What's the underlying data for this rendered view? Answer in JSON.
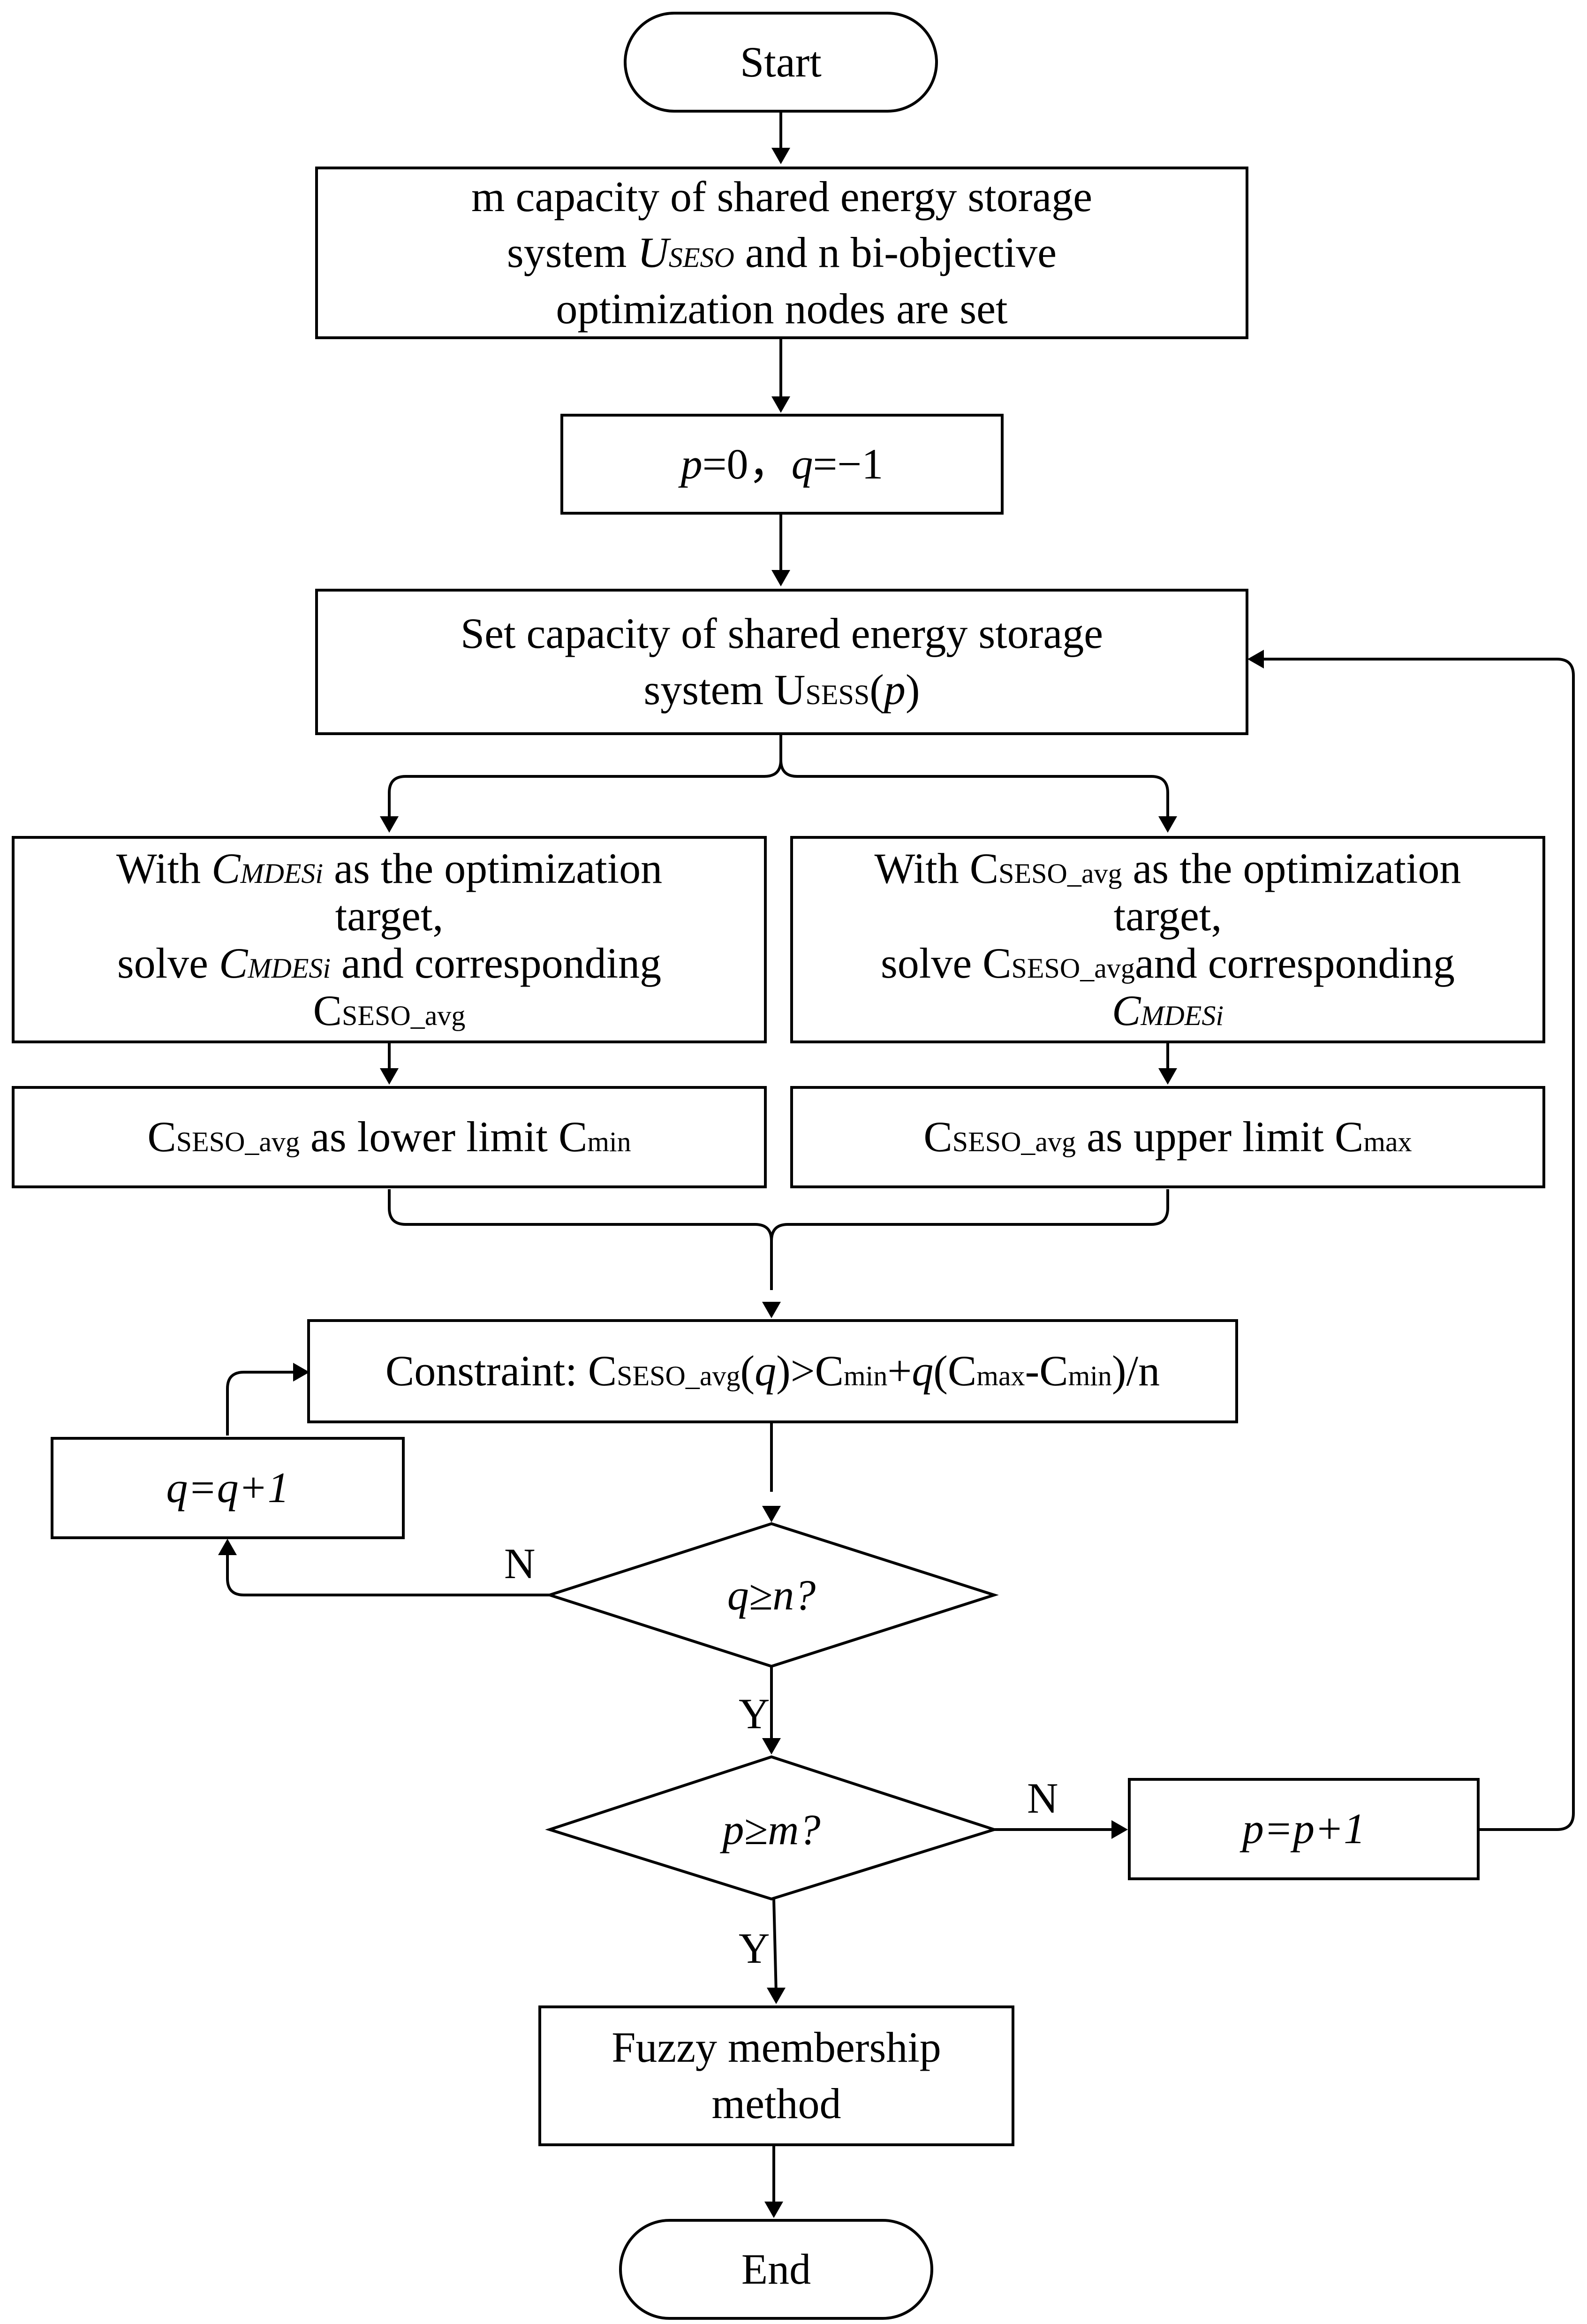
{
  "start": "Start",
  "init": {
    "l1": "m capacity of shared energy storage",
    "l2a": "system ",
    "l2_sym": "U",
    "l2_sub": "SESO",
    "l2b": " and n bi-objective",
    "l3": "optimization nodes are set"
  },
  "pq_init": {
    "p": "p",
    "p_val": "=0，",
    "q": "q",
    "q_val": "=−1"
  },
  "set_capacity": {
    "l1": "Set capacity of shared energy storage",
    "l2a": "system U",
    "l2_sub": "SESS",
    "l2b": "(",
    "l2_p": "p",
    "l2c": ")"
  },
  "left_opt": {
    "l1a": "With ",
    "c_sym": "C",
    "c_sub": "MDESi",
    "l1b": " as the optimization",
    "l2": "target,",
    "l3a": "solve ",
    "l3b": " and corresponding",
    "l4_sym": "C",
    "l4_sub": "SESO_avg"
  },
  "right_opt": {
    "l1a": "With C",
    "c_sub": "SESO_avg",
    "l1b": " as the optimization",
    "l2": "target,",
    "l3a": "solve C",
    "l3b": "and corresponding",
    "l4_sym": "C",
    "l4_sub": "MDESi"
  },
  "lower_limit": {
    "sym": "C",
    "sub": "SESO_avg",
    "text": " as lower limit C",
    "lim_sub": "min"
  },
  "upper_limit": {
    "sym": "C",
    "sub": "SESO_avg",
    "text": " as upper limit C",
    "lim_sub": "max"
  },
  "constraint": {
    "a": "Constraint: C",
    "sub1": "SESO_avg",
    "b": "(",
    "q1": "q",
    "c": ")>C",
    "sub2": "min",
    "d": "+",
    "q2": "q",
    "e": "(C",
    "sub3": "max",
    "f": "-C",
    "sub4": "min",
    "g": ")/n"
  },
  "q_increment": "q=q+1",
  "decision_q": "q≥n?",
  "decision_p": "p≥m?",
  "p_increment": "p=p+1",
  "label_n1": "N",
  "label_y1": "Y",
  "label_n2": "N",
  "label_y2": "Y",
  "fuzzy": {
    "l1": "Fuzzy membership",
    "l2": "method"
  },
  "end": "End"
}
